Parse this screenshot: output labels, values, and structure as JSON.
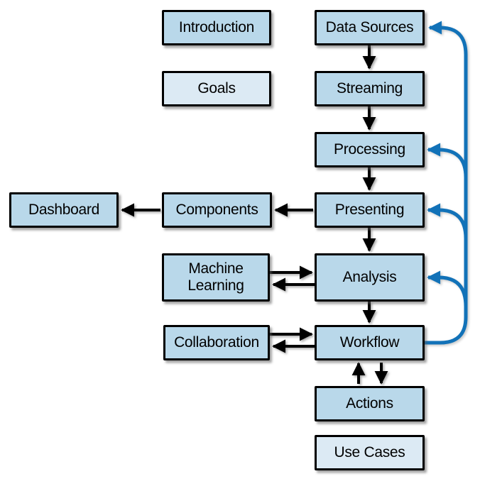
{
  "colors": {
    "background": "#ffffff",
    "box_fill": "#b9d8ea",
    "box_fill_light": "#dceaf4",
    "box_border": "#000000",
    "text": "#000000",
    "arrow": "#000000",
    "feedback_arrow": "#1272b8"
  },
  "nodes": {
    "introduction": {
      "label": "Introduction"
    },
    "goals": {
      "label": "Goals"
    },
    "data_sources": {
      "label": "Data Sources"
    },
    "streaming": {
      "label": "Streaming"
    },
    "processing": {
      "label": "Processing"
    },
    "dashboard": {
      "label": "Dashboard"
    },
    "components": {
      "label": "Components"
    },
    "presenting": {
      "label": "Presenting"
    },
    "machine_learning": {
      "label": "Machine Learning"
    },
    "analysis": {
      "label": "Analysis"
    },
    "collaboration": {
      "label": "Collaboration"
    },
    "workflow": {
      "label": "Workflow"
    },
    "actions": {
      "label": "Actions"
    },
    "use_cases": {
      "label": "Use Cases"
    }
  },
  "edges": [
    {
      "from": "data_sources",
      "to": "streaming",
      "type": "flow"
    },
    {
      "from": "streaming",
      "to": "processing",
      "type": "flow"
    },
    {
      "from": "processing",
      "to": "presenting",
      "type": "flow"
    },
    {
      "from": "presenting",
      "to": "analysis",
      "type": "flow"
    },
    {
      "from": "analysis",
      "to": "workflow",
      "type": "flow"
    },
    {
      "from": "presenting",
      "to": "components",
      "type": "flow"
    },
    {
      "from": "components",
      "to": "dashboard",
      "type": "flow"
    },
    {
      "from": "machine_learning",
      "to": "analysis",
      "type": "bidirectional"
    },
    {
      "from": "analysis",
      "to": "machine_learning",
      "type": "bidirectional"
    },
    {
      "from": "collaboration",
      "to": "workflow",
      "type": "bidirectional"
    },
    {
      "from": "workflow",
      "to": "collaboration",
      "type": "bidirectional"
    },
    {
      "from": "actions",
      "to": "workflow",
      "type": "bidirectional"
    },
    {
      "from": "workflow",
      "to": "actions",
      "type": "bidirectional"
    },
    {
      "from": "workflow",
      "to": "data_sources",
      "type": "feedback"
    },
    {
      "from": "workflow",
      "to": "processing",
      "type": "feedback"
    },
    {
      "from": "workflow",
      "to": "presenting",
      "type": "feedback"
    },
    {
      "from": "workflow",
      "to": "analysis",
      "type": "feedback"
    }
  ]
}
